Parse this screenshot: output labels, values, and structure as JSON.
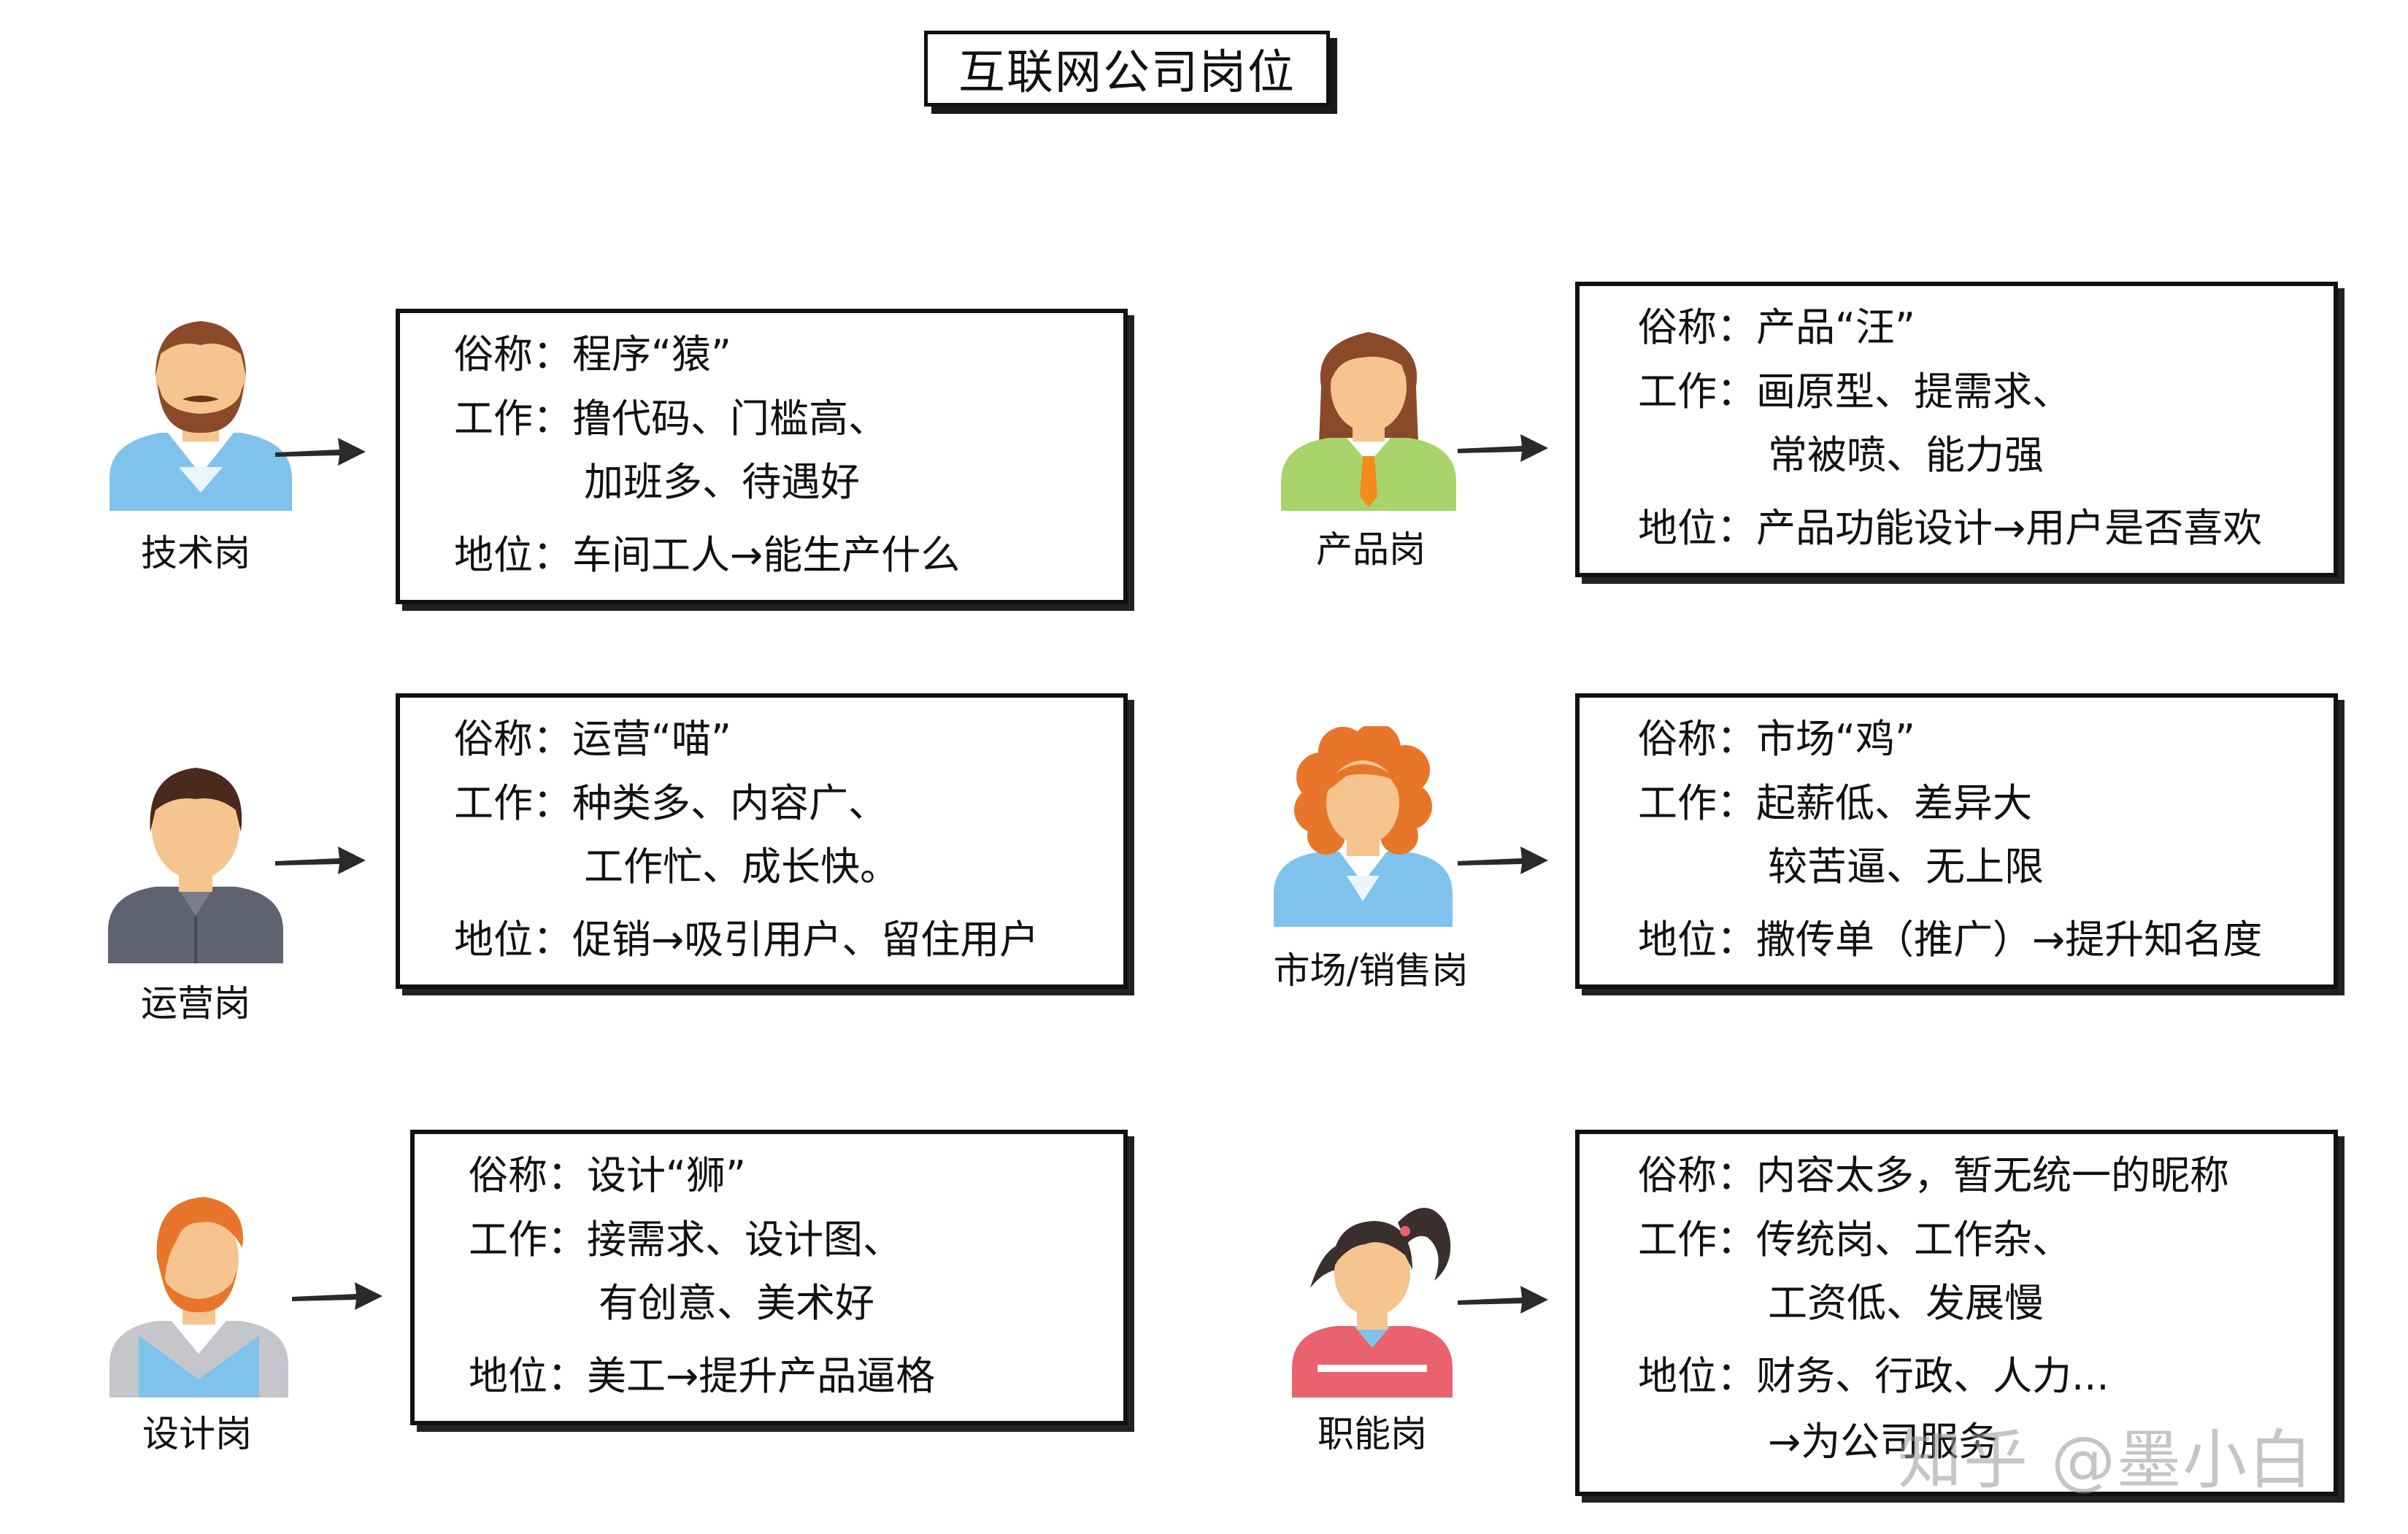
{
  "title": "互联网公司岗位",
  "colors": {
    "skin": "#f6c48e",
    "blue_shirt": "#7fc3ec",
    "green_shirt": "#a9d36b",
    "gray_shirt": "#5f6270",
    "red_shirt": "#e9626d",
    "tie": "#f28a1c",
    "brown_hair": "#8a4a2a",
    "orange_hair": "#e8762a",
    "dark_hair": "#3a2f2c"
  },
  "roles": [
    {
      "label": "技术岗",
      "icon": "bearded-man-icon",
      "lines": [
        "俗称：程序“猿”",
        "工作：撸代码、门槛高、",
        "加班多、待遇好",
        "地位：车间工人→能生产什么"
      ]
    },
    {
      "label": "产品岗",
      "icon": "woman-with-tie-icon",
      "lines": [
        "俗称：产品“汪”",
        "工作：画原型、提需求、",
        "常被喷、能力强",
        "地位：产品功能设计→用户是否喜欢"
      ]
    },
    {
      "label": "运营岗",
      "icon": "man-gray-shirt-icon",
      "lines": [
        "俗称：运营“喵”",
        "工作：种类多、内容广、",
        "工作忙、成长快。",
        "地位：促销→吸引用户、留住用户"
      ]
    },
    {
      "label": "市场/销售岗",
      "icon": "curly-hair-woman-icon",
      "lines": [
        "俗称：市场“鸡”",
        "工作：起薪低、差异大",
        "较苦逼、无上限",
        "地位：撒传单（推广）→提升知名度"
      ]
    },
    {
      "label": "设计岗",
      "icon": "orange-hair-man-icon",
      "lines": [
        "俗称：设计“狮”",
        "工作：接需求、设计图、",
        "有创意、美术好",
        "地位：美工→提升产品逼格"
      ]
    },
    {
      "label": "职能岗",
      "icon": "ponytail-girl-icon",
      "lines": [
        "俗称：内容太多，暂无统一的昵称",
        "工作：传统岗、工作杂、",
        "工资低、发展慢",
        "地位：财务、行政、人力...",
        "→为公司服务"
      ]
    }
  ],
  "watermark": "知乎 @墨小白"
}
